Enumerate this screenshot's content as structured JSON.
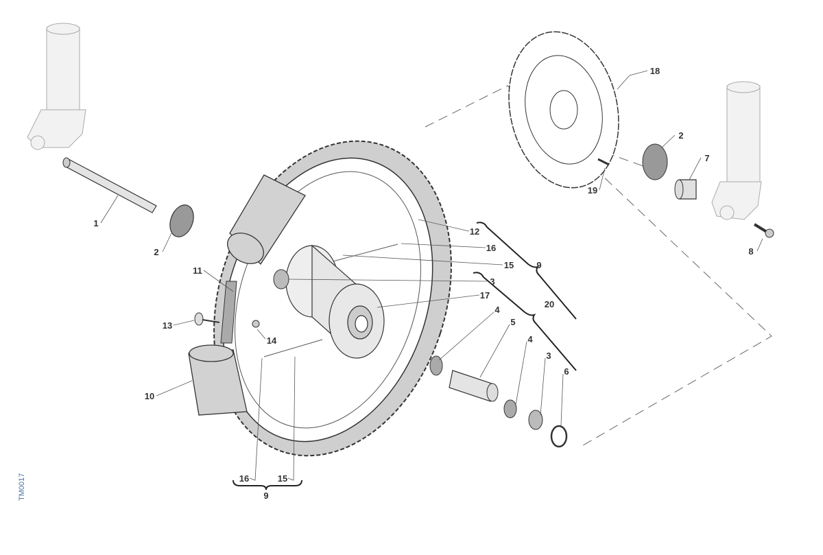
{
  "drawing_code": "TM0017",
  "callouts": [
    "1",
    "2",
    "11",
    "13",
    "14",
    "10",
    "16",
    "15",
    "9",
    "12",
    "16",
    "15",
    "9",
    "3",
    "17",
    "20",
    "4",
    "5",
    "4",
    "3",
    "6",
    "18",
    "2",
    "7",
    "19",
    "8"
  ],
  "colors": {
    "part_fill": "#d6d6d6",
    "line": "#333333",
    "code": "#4a6fa5",
    "fork": "#f2f2f2"
  }
}
